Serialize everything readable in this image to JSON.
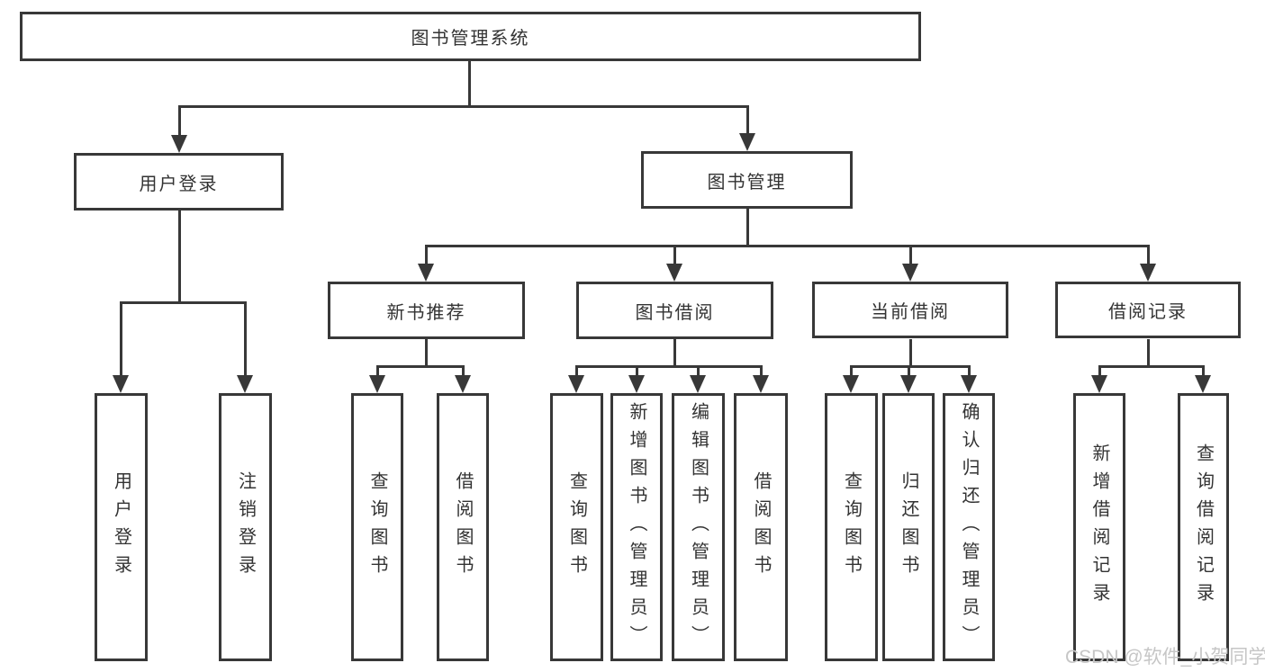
{
  "diagram": {
    "root": "图书管理系统",
    "level2": [
      "用户登录",
      "图书管理"
    ],
    "level3": [
      "新书推荐",
      "图书借阅",
      "当前借阅",
      "借阅记录"
    ],
    "level4": {
      "user_login": [
        "用户登录",
        "注销登录"
      ],
      "new_book_recommend": [
        "查询图书",
        "借阅图书"
      ],
      "book_borrow": [
        "查询图书",
        "新增图书（管理员）",
        "编辑图书（管理员）",
        "借阅图书"
      ],
      "current_borrow": [
        "查询图书",
        "归还图书",
        "确认归还（管理员）"
      ],
      "borrow_records": [
        "新增借阅记录",
        "查询借阅记录"
      ]
    }
  },
  "watermark": "CSDN @软件_小贺同学",
  "colors": {
    "line": "#383838",
    "text": "#333333",
    "background": "#ffffff",
    "watermark": "#c6c6c6"
  }
}
